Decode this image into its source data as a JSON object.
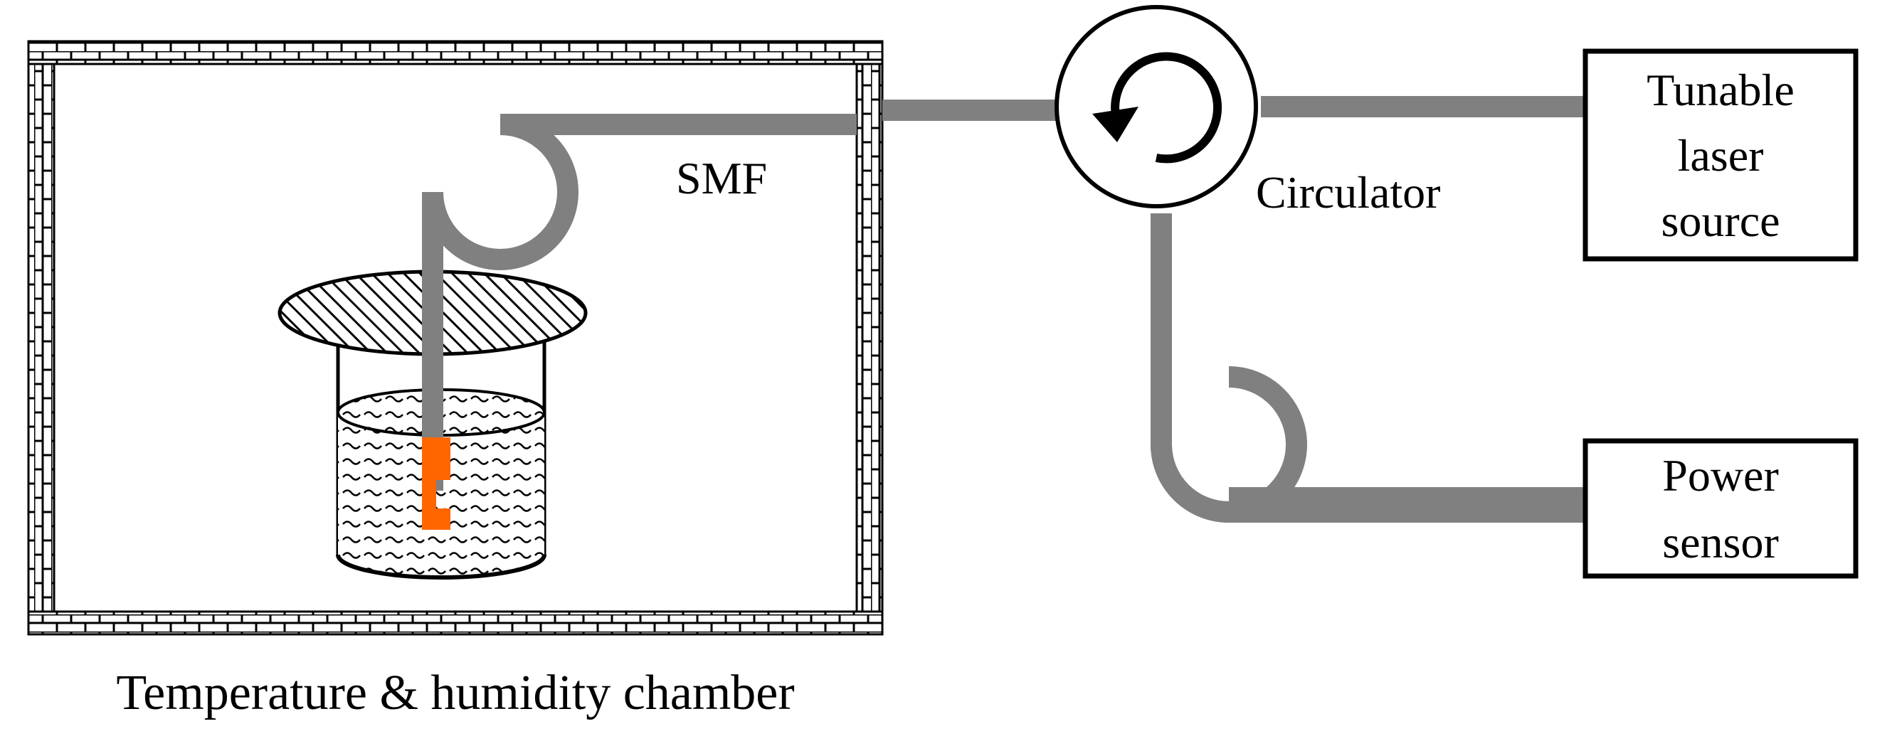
{
  "labels": {
    "smf": "SMF",
    "circulator": "Circulator",
    "chamber": "Temperature & humidity chamber",
    "tunable_laser": [
      "Tunable",
      "laser",
      "source"
    ],
    "power_sensor": [
      "Power",
      "sensor"
    ]
  },
  "colors": {
    "fiber": "#808080",
    "sensor_tip": "#FF6600",
    "line": "#000000",
    "background": "#FFFFFF"
  },
  "icons": {
    "circulator": "circular-arrow-icon"
  }
}
